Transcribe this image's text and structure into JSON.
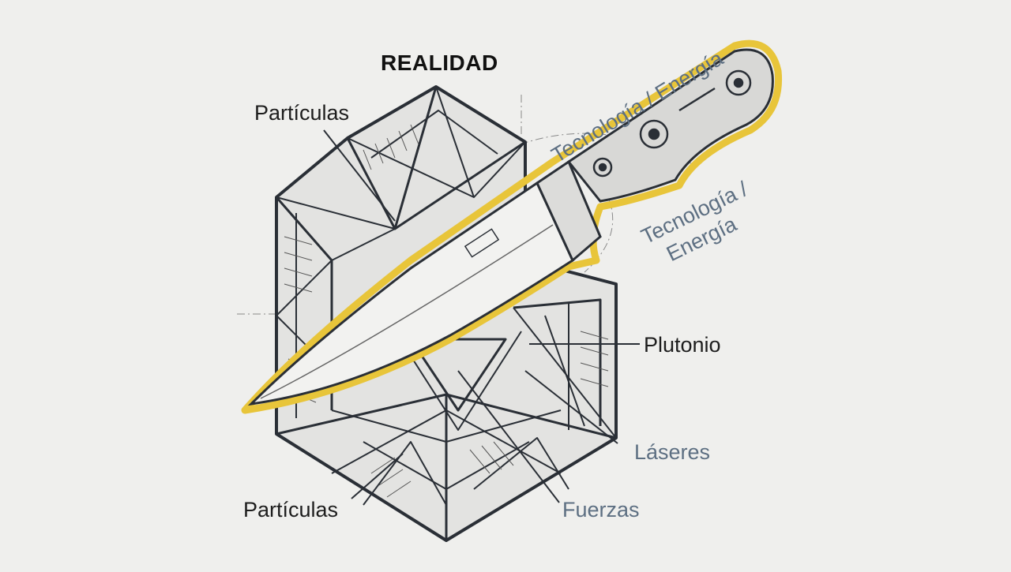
{
  "title": "REALIDAD",
  "labels": {
    "particulas_top": "Partículas",
    "particulas_bottom": "Partículas",
    "tecnologia_top": "Tecnología / Energía",
    "tecnologia_right_line1": "Tecnología /",
    "tecnologia_right_line2": "Energía",
    "plutonio": "Plutonio",
    "laseres": "Láseres",
    "fuerzas": "Fuerzas"
  },
  "colors": {
    "background": "#efefed",
    "ink": "#2a2f36",
    "accent_label": "#5d6f82",
    "highlight": "#e8c53a"
  },
  "icons": {
    "structure": "lattice-cube-icon",
    "tool": "knife-icon"
  }
}
